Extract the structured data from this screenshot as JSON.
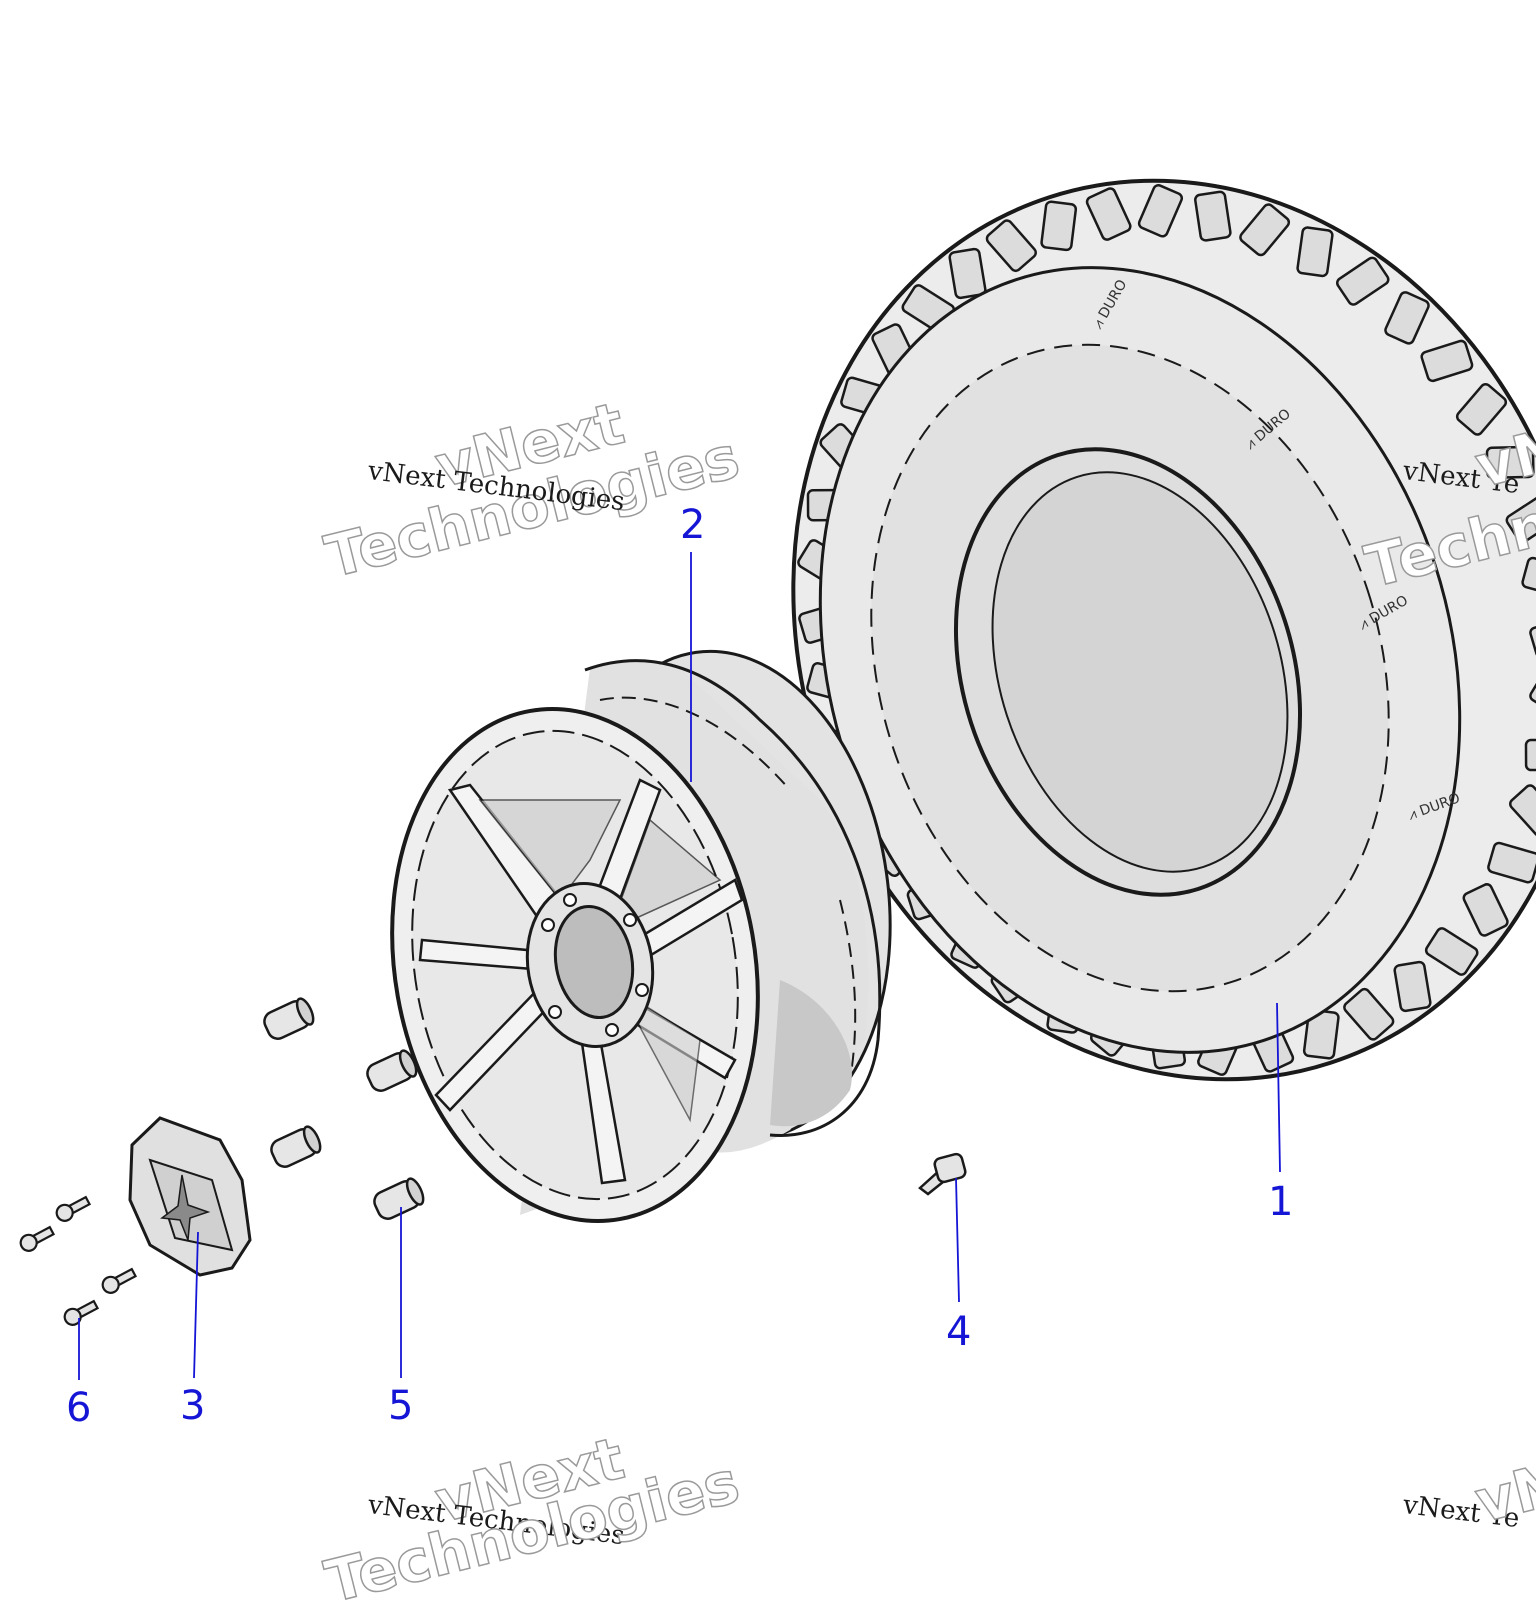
{
  "diagram": {
    "callouts": [
      {
        "id": "1",
        "label": "1",
        "part": "tire"
      },
      {
        "id": "2",
        "label": "2",
        "part": "wheel-rim"
      },
      {
        "id": "3",
        "label": "3",
        "part": "center-hub-cap"
      },
      {
        "id": "4",
        "label": "4",
        "part": "valve-stem"
      },
      {
        "id": "5",
        "label": "5",
        "part": "lug-nut"
      },
      {
        "id": "6",
        "label": "6",
        "part": "cap-screw"
      }
    ],
    "colors": {
      "callout": "#1515d6",
      "line": "#1a1a1a",
      "part_fill": "#e6e6e6",
      "shade": "#cfcfcf"
    }
  },
  "watermark": {
    "line1": "vNext",
    "line2": "Technologies",
    "caption": "vNext Technologies",
    "caption_cut_right": "vNext Te",
    "caption_cut_bottom": "vNext Technologies",
    "big_cut_right": "vNe",
    "big_cut_right2": "Techno",
    "big_cut_bottom": "vNe"
  }
}
